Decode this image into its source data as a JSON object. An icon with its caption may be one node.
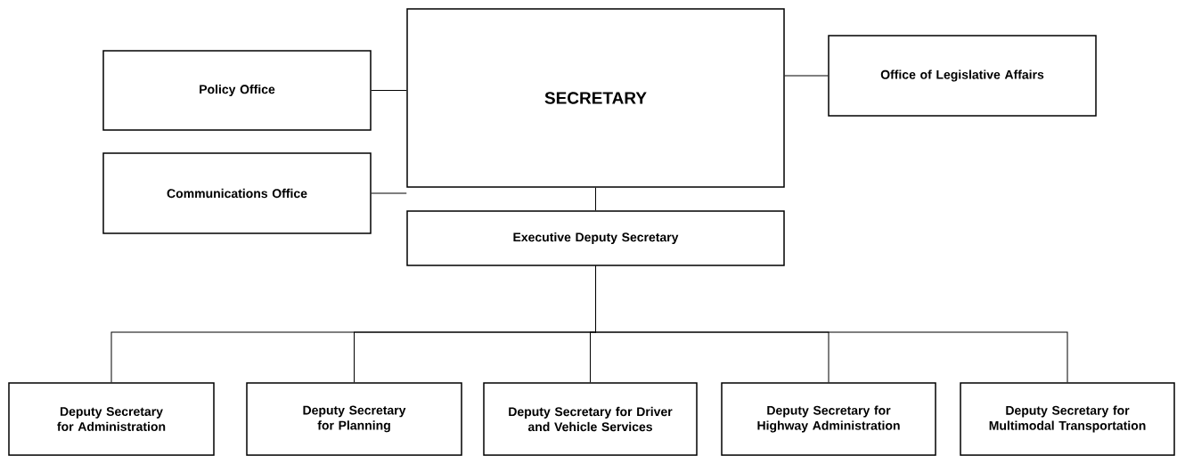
{
  "diagram": {
    "nodes": [
      {
        "text": [
          "Policy Office"
        ]
      },
      {
        "text": [
          "Communications Office"
        ]
      },
      {
        "text": [
          "SECRETARY"
        ]
      },
      {
        "text": [
          "Office of Legislative Affairs"
        ]
      },
      {
        "text": [
          "Executive Deputy Secretary"
        ]
      },
      {
        "text": [
          "Deputy Secretary for Administration"
        ]
      },
      {
        "text": [
          "Deputy Secretary for Planning"
        ]
      },
      {
        "text": [
          "Deputy Secretary for Driver and Vehicle Services"
        ]
      },
      {
        "text": [
          "Deputy Secretary for Highway Administration"
        ]
      },
      {
        "text": [
          "Deputy Secretary for Multimodal Transportation"
        ]
      }
    ],
    "edges": [
      {
        "from": 0,
        "to": 2,
        "arrow": "none"
      },
      {
        "from": 1,
        "to": 2,
        "arrow": "none"
      },
      {
        "from": 2,
        "to": 3,
        "arrow": "none"
      },
      {
        "from": 2,
        "to": 4,
        "arrow": "none"
      },
      {
        "from": 4,
        "to": 5,
        "arrow": "none"
      },
      {
        "from": 4,
        "to": 6,
        "arrow": "none"
      },
      {
        "from": 4,
        "to": 7,
        "arrow": "none"
      },
      {
        "from": 4,
        "to": 8,
        "arrow": "none"
      },
      {
        "from": 4,
        "to": 9,
        "arrow": "none"
      }
    ]
  }
}
